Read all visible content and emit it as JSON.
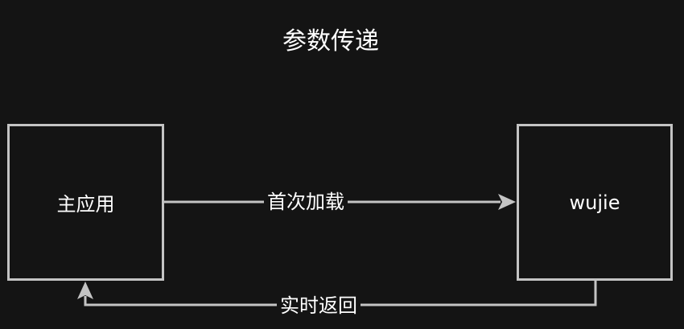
{
  "title": "参数传递",
  "nodes": {
    "main_app": "主应用",
    "wujie": "wujie"
  },
  "edges": {
    "forward_label": "首次加载",
    "return_label": "实时返回"
  },
  "colors": {
    "background": "#141414",
    "stroke": "#c4c4c4",
    "text": "#ffffff"
  }
}
